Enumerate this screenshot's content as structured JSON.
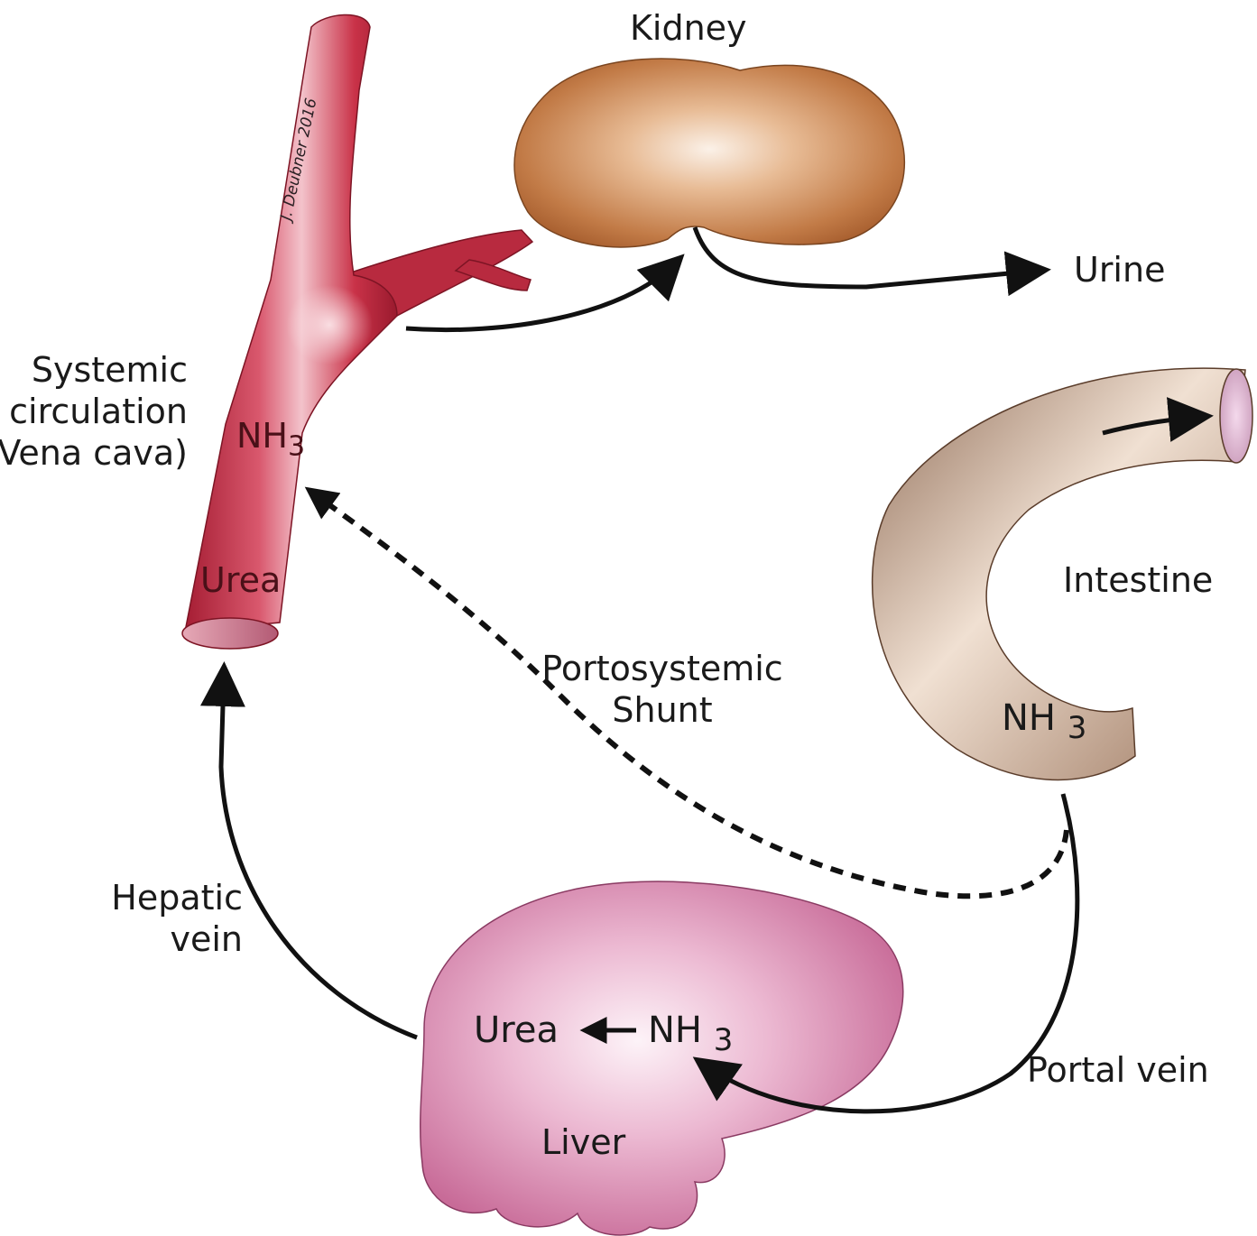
{
  "labels": {
    "kidney": "Kidney",
    "urine": "Urine",
    "systemic_line1": "Systemic",
    "systemic_line2": "circulation",
    "systemic_line3": "(Vena cava)",
    "vena_nh3": "NH",
    "vena_nh3_sub": "3",
    "vena_urea": "Urea",
    "portosystemic_line1": "Portosystemic",
    "portosystemic_line2": "Shunt",
    "intestine": "Intestine",
    "intestine_nh3": "NH",
    "intestine_nh3_sub": "3",
    "hepatic_line1": "Hepatic",
    "hepatic_line2": "vein",
    "liver_urea": "Urea",
    "liver_nh3": "NH",
    "liver_nh3_sub": "3",
    "liver": "Liver",
    "portal_vein": "Portal vein",
    "signature": "J. Deubner 2016"
  },
  "colors": {
    "vein": "#b8283c",
    "vein_highlight": "#f4c9cf",
    "kidney": "#c07a45",
    "kidney_highlight": "#f6e6d8",
    "intestine": "#b88f73",
    "intestine_highlight": "#f1e2d4",
    "intestine_lumen": "#dcb3d2",
    "liver": "#d483aa",
    "liver_highlight": "#fbeef5",
    "arrow": "#111111"
  }
}
